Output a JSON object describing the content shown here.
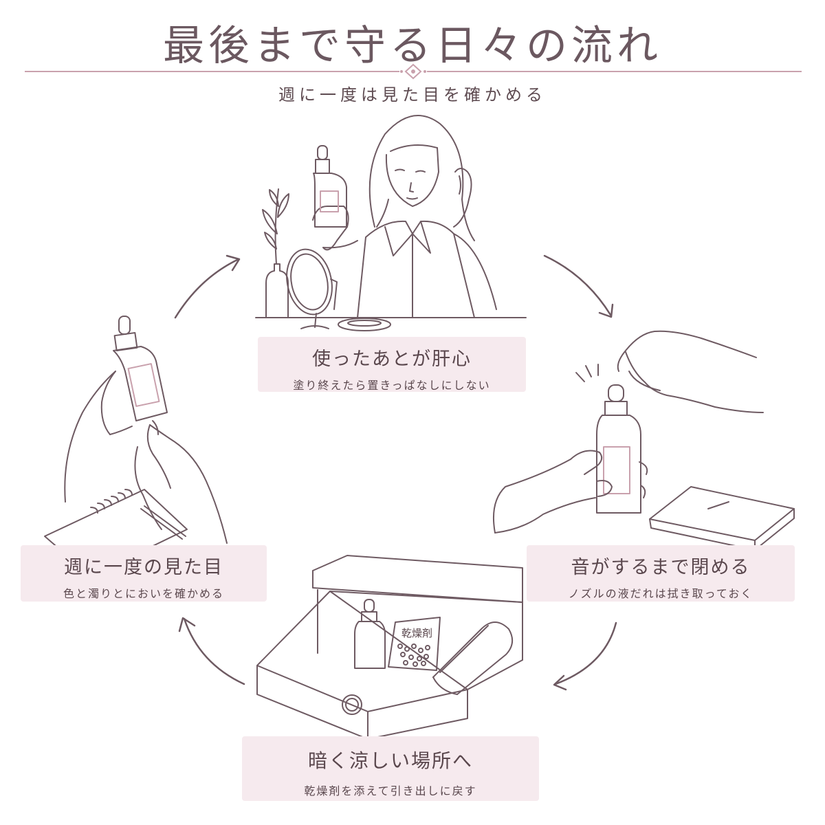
{
  "title": "最後まで守る日々の流れ",
  "subtitle": "週に一度は見た目を確かめる",
  "colors": {
    "accent": "#c9a1ad",
    "line": "#6e5a62",
    "box": "#f6eaee",
    "text": "#5a474d"
  },
  "steps": {
    "after_use": {
      "heading": "使ったあとが肝心",
      "sub": "塗り終えたら置きっぱなしにしない"
    },
    "close": {
      "heading": "音がするまで閉める",
      "sub": "ノズルの液だれは拭き取っておく"
    },
    "store": {
      "heading": "暗く涼しい場所へ",
      "sub": "乾燥剤を添えて引き出しに戻す"
    },
    "check": {
      "heading": "週に一度の見た目",
      "sub": "色と濁りとにおいを確かめる"
    }
  },
  "sachet_label": "乾燥剤",
  "icons": [
    "cycle-arrow-icon",
    "divider-ornament-icon"
  ]
}
